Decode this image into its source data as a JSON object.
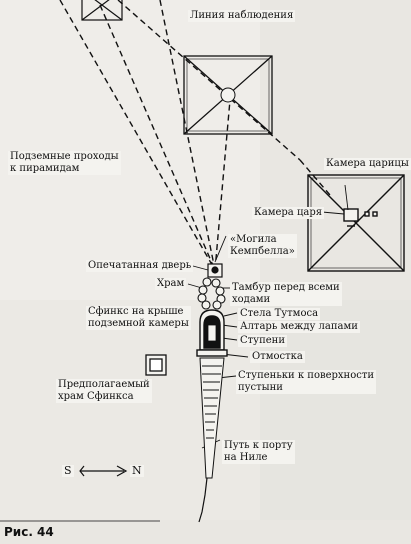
{
  "labels": {
    "observation_line": "Линия наблюдения",
    "underground_passages": "Подземные проходы\nк пирамидам",
    "queens_chamber": "Камера царицы",
    "kings_chamber": "Камера царя",
    "campbell_tomb": "«Могила\nКемпбелла»",
    "sealed_door": "Опечатанная дверь",
    "temple": "Храм",
    "vestibule": "Тамбур перед всеми\nходами",
    "sphinx_roof": "Сфинкс на крыше\nподземной камеры",
    "thutmose_stela": "Стела Тутмоса",
    "altar": "Алтарь между лапами",
    "steps": "Ступени",
    "blind_area": "Отмостка",
    "supposed_temple": "Предполагаемый\nхрам Сфинкса",
    "steps_to_surface": "Ступеньки к поверхности\nпустыни",
    "compass_s": "S",
    "compass_n": "N",
    "path_to_port": "Путь к порту\nна Ниле",
    "figure": "Рис. 44"
  },
  "colors": {
    "ink": "#111111",
    "paper": "#f4f3ef",
    "page": "#e9e7e2"
  }
}
